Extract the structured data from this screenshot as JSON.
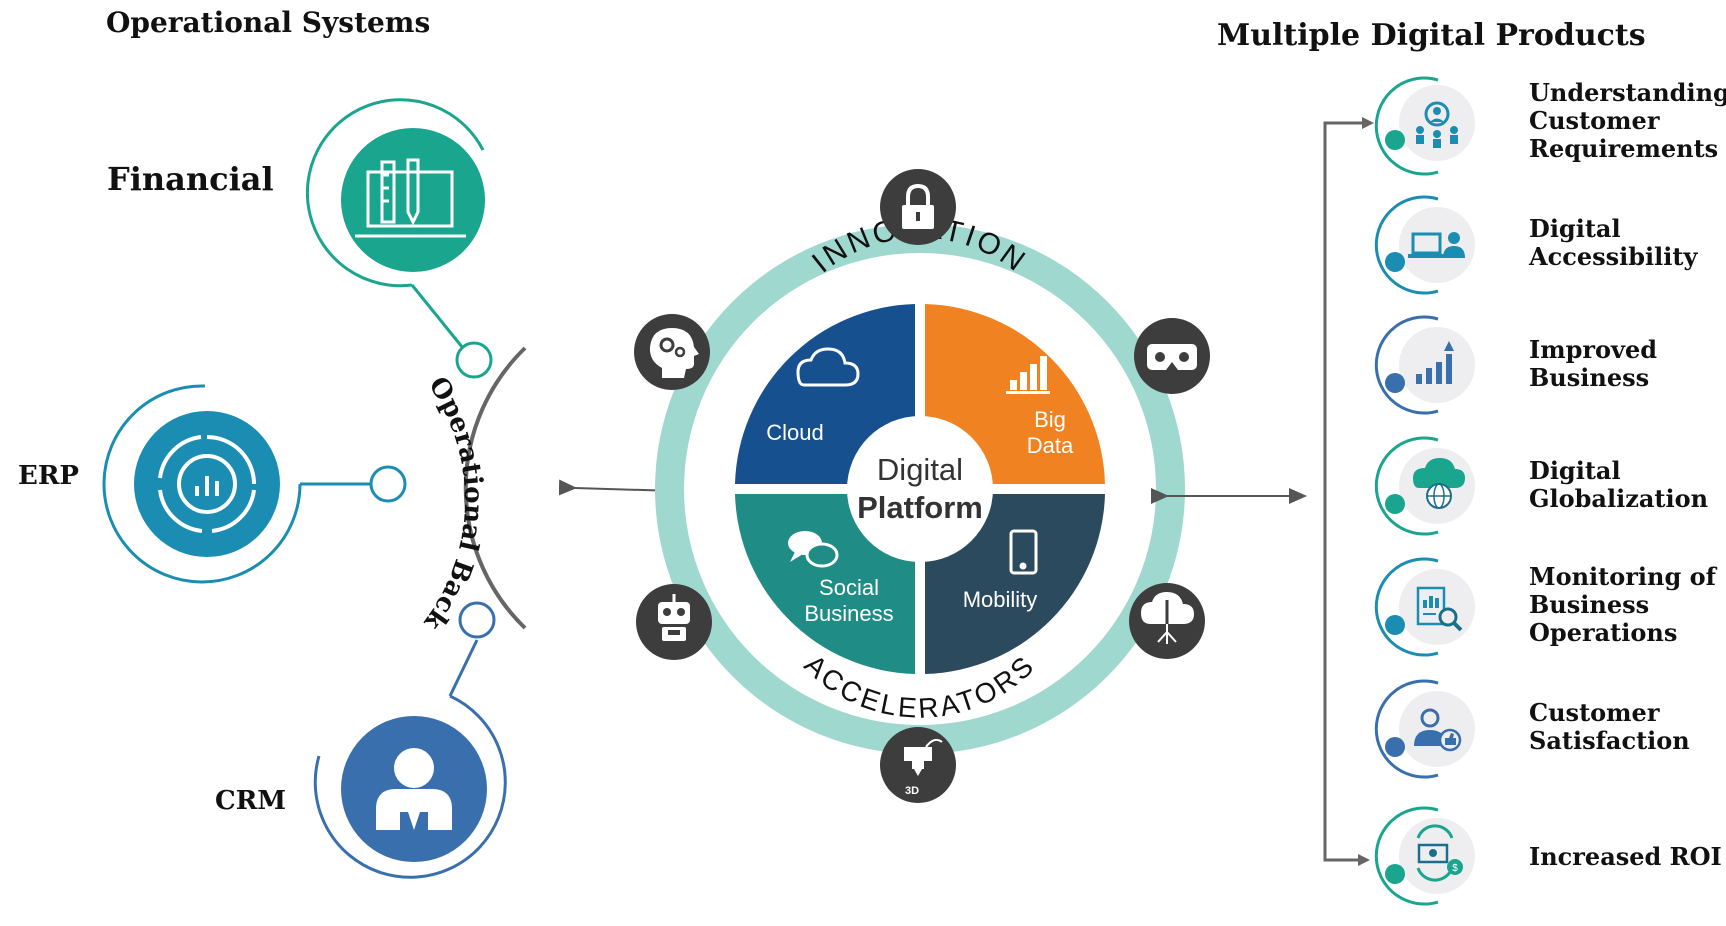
{
  "left": {
    "title": "Operational Systems",
    "backbone_label": "Operational Backbone",
    "systems": [
      {
        "label": "Financial",
        "icon": "measuring-tools-icon",
        "color": "#1aa58f"
      },
      {
        "label": "ERP",
        "icon": "radar-chart-icon",
        "color": "#1b8db3"
      },
      {
        "label": "CRM",
        "icon": "person-icon",
        "color": "#3a6fae"
      }
    ]
  },
  "center": {
    "hub_label_line1": "Digital",
    "hub_label_line2": "Platform",
    "top_arc_text": "INNOVATION",
    "bottom_arc_text": "ACCELERATORS",
    "ring_color": "#9ed8cf",
    "quadrants": [
      {
        "label": "Cloud",
        "icon": "cloud-icon",
        "color": "#17508e"
      },
      {
        "label_line1": "Big",
        "label_line2": "Data",
        "icon": "bar-chart-icon",
        "color": "#f18221"
      },
      {
        "label_line1": "Social",
        "label_line2": "Business",
        "icon": "chat-bubbles-icon",
        "color": "#1f8d86"
      },
      {
        "label": "Mobility",
        "icon": "smartphone-icon",
        "color": "#2c4a5e"
      }
    ],
    "ring_icons": [
      "lock-icon",
      "vr-headset-icon",
      "cloud-network-icon",
      "3d-printer-icon",
      "robot-icon",
      "brain-gears-icon"
    ],
    "ring_icon_text_3d": "3D"
  },
  "right": {
    "title": "Multiple Digital Products",
    "products": [
      {
        "lines": [
          "Understanding",
          "Customer",
          "Requirements"
        ],
        "icon": "customer-group-icon",
        "color": "#1aa58f"
      },
      {
        "lines": [
          "Digital",
          "Accessibility"
        ],
        "icon": "laptop-user-icon",
        "color": "#1b8db3"
      },
      {
        "lines": [
          "Improved",
          "Business"
        ],
        "icon": "growth-chart-icon",
        "color": "#3a6fae"
      },
      {
        "lines": [
          "Digital",
          "Globalization"
        ],
        "icon": "cloud-globe-icon",
        "color": "#1aa58f"
      },
      {
        "lines": [
          "Monitoring of",
          "Business",
          "Operations"
        ],
        "icon": "report-magnifier-icon",
        "color": "#1b8db3"
      },
      {
        "lines": [
          "Customer",
          "Satisfaction"
        ],
        "icon": "thumbs-up-user-icon",
        "color": "#3a6fae"
      },
      {
        "lines": [
          "Increased ROI"
        ],
        "icon": "money-exchange-icon",
        "color": "#1aa58f"
      }
    ]
  }
}
